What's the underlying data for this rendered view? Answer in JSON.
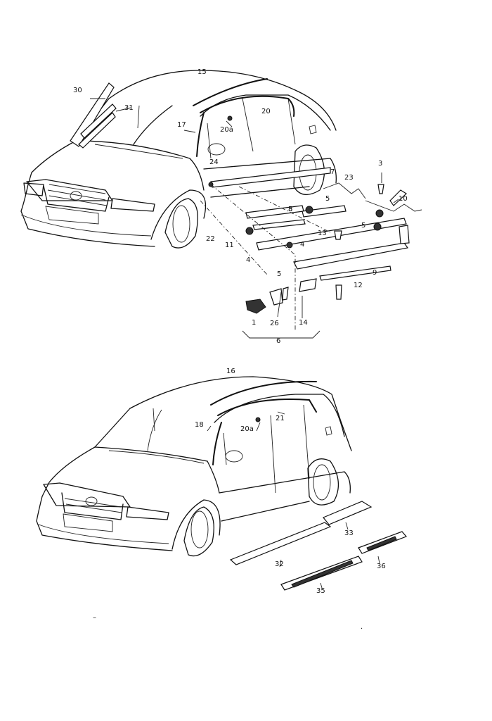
{
  "diagram": {
    "callouts_sedan": [
      "15",
      "30",
      "31",
      "20",
      "17",
      "20a",
      "24",
      "7",
      "23",
      "3",
      "10",
      "5",
      "5",
      "5",
      "13",
      "8",
      "22",
      "11",
      "4",
      "4",
      "5",
      "9",
      "12",
      "26",
      "14",
      "1",
      "6"
    ],
    "callouts_wagon": [
      "16",
      "18",
      "20a",
      "21",
      "33",
      "32",
      "36",
      "35"
    ],
    "footer_marks": [
      "–",
      "."
    ]
  }
}
